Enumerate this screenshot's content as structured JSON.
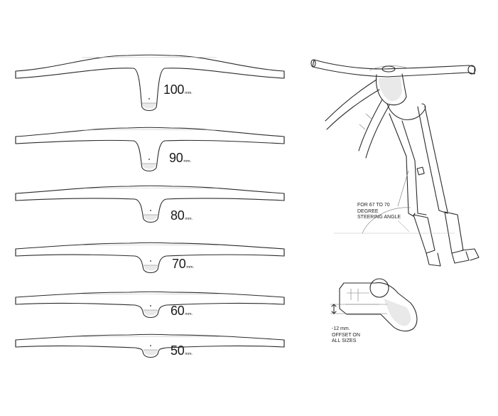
{
  "stems": [
    {
      "value": "100",
      "unit": "mm."
    },
    {
      "value": "90",
      "unit": "mm."
    },
    {
      "value": "80",
      "unit": "mm."
    },
    {
      "value": "70",
      "unit": "mm."
    },
    {
      "value": "60",
      "unit": "mm."
    },
    {
      "value": "50",
      "unit": "mm."
    }
  ],
  "steering_note": [
    "FOR 67 TO 70",
    "DEGREE",
    "STEERING ANGLE"
  ],
  "offset_note": [
    "-12 mm.",
    "OFFSET ON",
    "ALL SIZES"
  ]
}
